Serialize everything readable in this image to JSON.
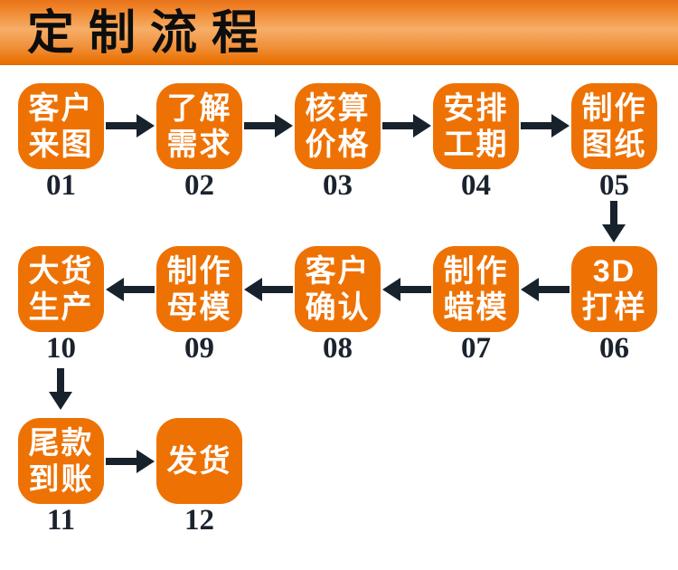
{
  "header": {
    "title": "定制流程"
  },
  "steps": [
    {
      "number": "01",
      "line1": "客户",
      "line2": "来图"
    },
    {
      "number": "02",
      "line1": "了解",
      "line2": "需求"
    },
    {
      "number": "03",
      "line1": "核算",
      "line2": "价格"
    },
    {
      "number": "04",
      "line1": "安排",
      "line2": "工期"
    },
    {
      "number": "05",
      "line1": "制作",
      "line2": "图纸"
    },
    {
      "number": "06",
      "line1": "3D",
      "line2": "打样"
    },
    {
      "number": "07",
      "line1": "制作",
      "line2": "蜡模"
    },
    {
      "number": "08",
      "line1": "客户",
      "line2": "确认"
    },
    {
      "number": "09",
      "line1": "制作",
      "line2": "母模"
    },
    {
      "number": "10",
      "line1": "大货",
      "line2": "生产"
    },
    {
      "number": "11",
      "line1": "尾款",
      "line2": "到账"
    },
    {
      "number": "12",
      "line1": "发货",
      "line2": ""
    }
  ],
  "colors": {
    "box_orange": "#ee7203",
    "header_gradient_top": "#e8731a",
    "header_gradient_middle": "#f6ae67",
    "header_gradient_bottom": "#ea7000",
    "arrow_black": "#18222c",
    "number_black": "#1a232e",
    "box_text_white": "#ffffff",
    "title_black": "#0d0d0d"
  }
}
